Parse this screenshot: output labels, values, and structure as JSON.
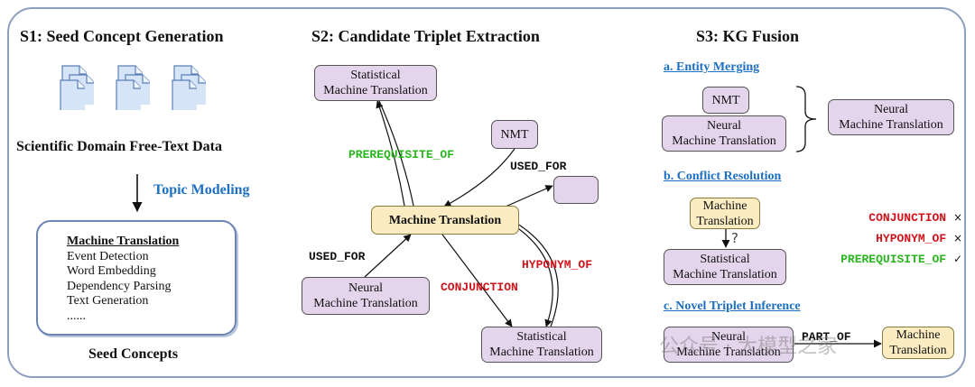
{
  "sections": {
    "s1": "S1: Seed Concept Generation",
    "s2": "S2: Candidate Triplet Extraction",
    "s3": "S3: KG Fusion"
  },
  "s1": {
    "data_label": "Scientific Domain Free-Text Data",
    "topic_modeling": "Topic Modeling",
    "seed_items": [
      "Machine Translation",
      "Event Detection",
      "Word Embedding",
      "Dependency Parsing",
      "Text Generation",
      "......"
    ],
    "seed_concepts": "Seed Concepts"
  },
  "s2": {
    "nodes": {
      "smt_top": "Statistical\nMachine Translation",
      "nmt": "NMT",
      "empty": "",
      "mt": "Machine Translation",
      "neural_mt": "Neural\nMachine Translation",
      "smt_bottom": "Statistical\nMachine Translation"
    },
    "relations": {
      "prerequisite_of": "PREREQUISITE_OF",
      "used_for_top": "USED_FOR",
      "used_for_left": "USED_FOR",
      "hyponym_of": "HYPONYM_OF",
      "conjunction": "CONJUNCTION"
    }
  },
  "s3": {
    "a_title": "a. Entity Merging",
    "a_nodes": {
      "nmt": "NMT",
      "neural_mt": "Neural\nMachine Translation",
      "merged": "Neural\nMachine Translation"
    },
    "b_title": "b. Conflict Resolution",
    "b_nodes": {
      "mt": "Machine\nTranslation",
      "smt": "Statistical\nMachine Translation"
    },
    "b_question": "?",
    "b_options": [
      {
        "label": "CONJUNCTION",
        "mark": "×",
        "color": "#d0141b"
      },
      {
        "label": "HYPONYM_OF",
        "mark": "×",
        "color": "#d0141b"
      },
      {
        "label": "PREREQUISITE_OF",
        "mark": "✓",
        "color": "#2ab51f"
      }
    ],
    "c_title": "c. Novel Triplet Inference",
    "c_nodes": {
      "neural_mt": "Neural\nMachine Translation",
      "mt": "Machine\nTranslation"
    },
    "c_relation": "PART_OF"
  },
  "watermark": "公众号 · 大模型之家",
  "colors": {
    "accent_blue": "#1d6fc4",
    "relation_green": "#2ab51f",
    "relation_red": "#d0141b",
    "node_purple": "#e4d4ec",
    "node_yellow": "#fbecc2",
    "frame_border": "#8ea0bd"
  },
  "icons": [
    "document-stack-icon",
    "check-icon",
    "cross-icon",
    "curly-brace-icon"
  ]
}
